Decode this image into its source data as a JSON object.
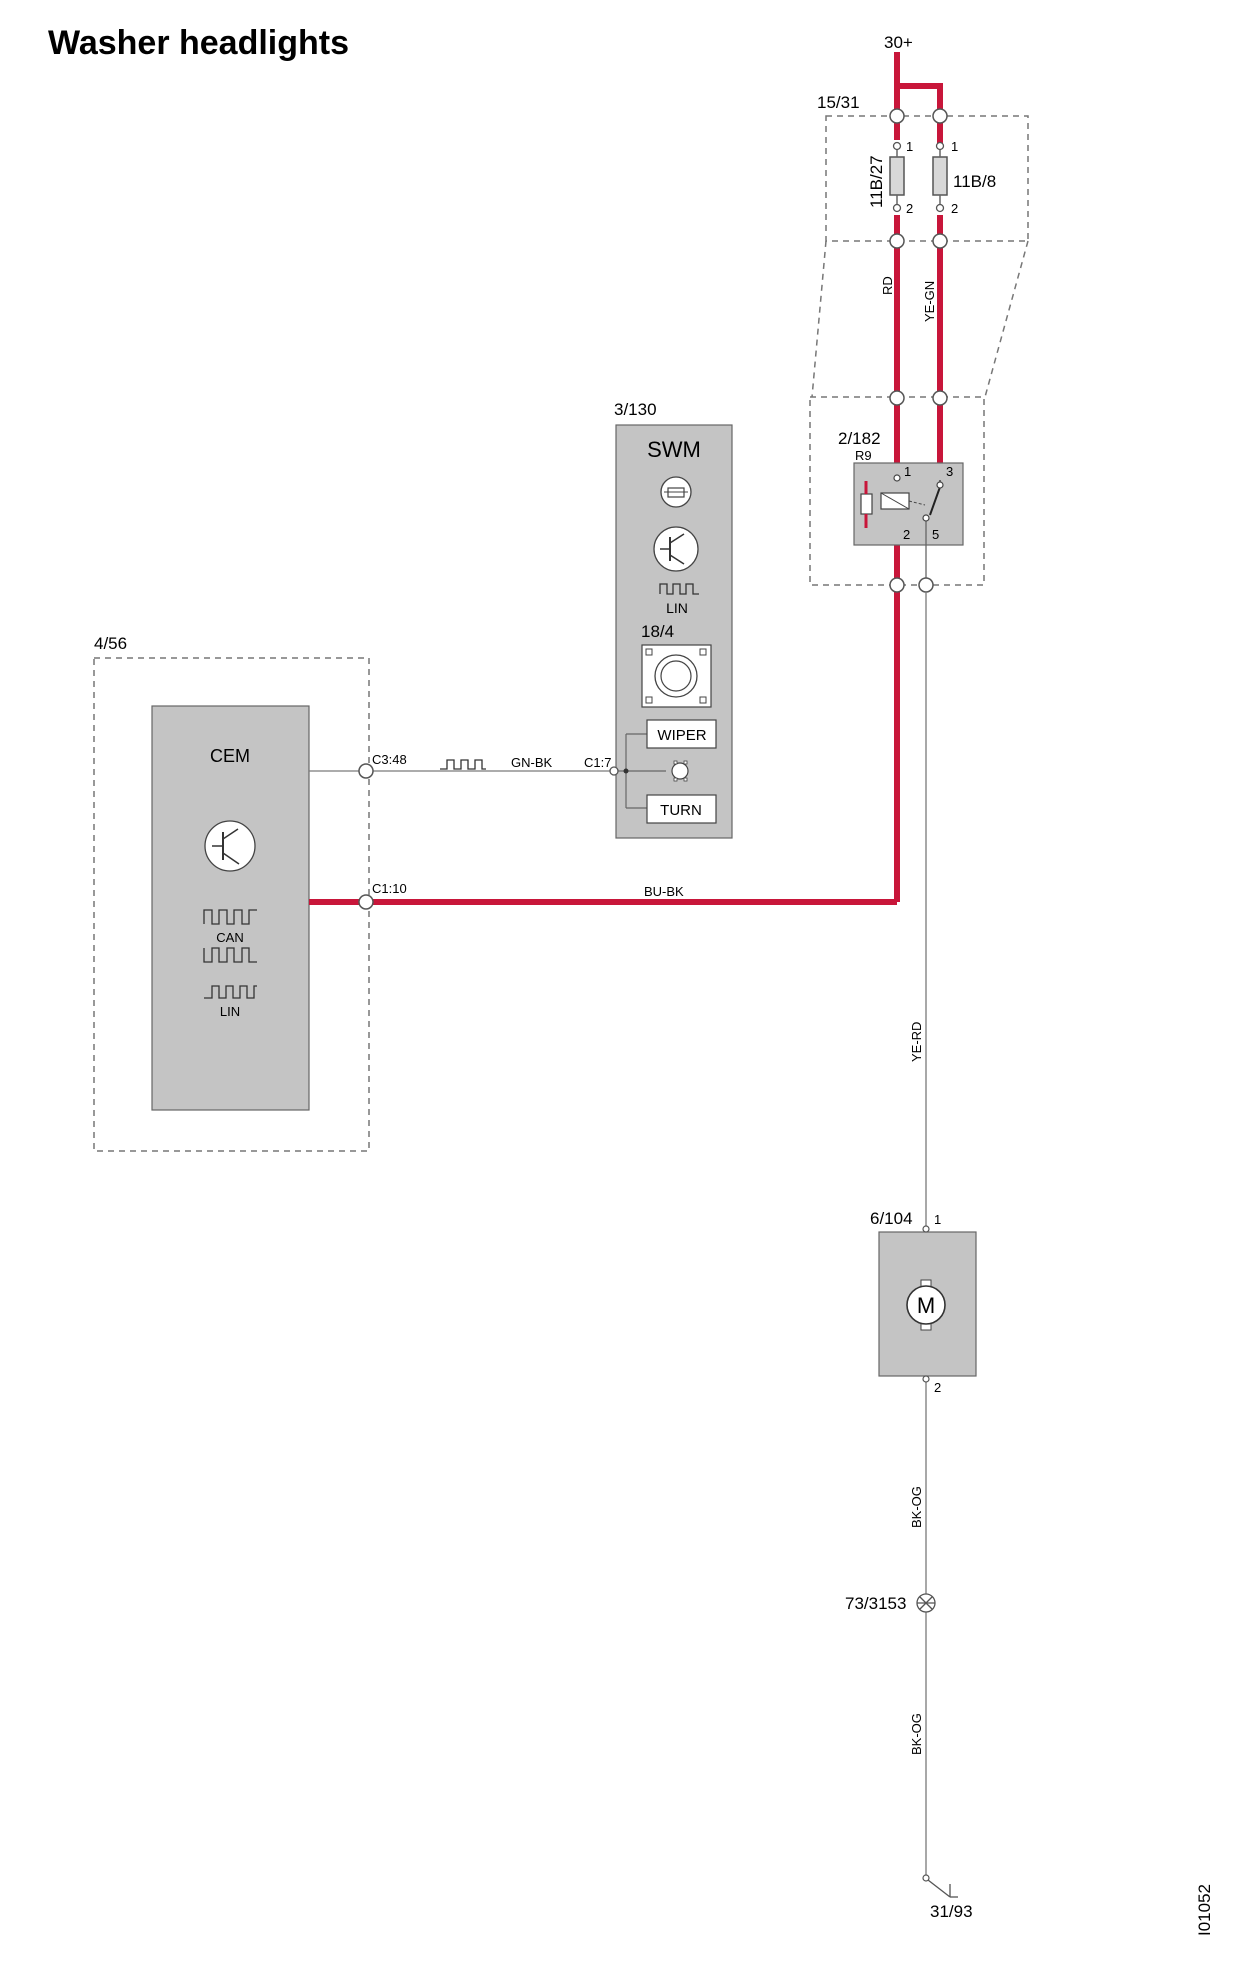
{
  "title": "Washer headlights",
  "colors": {
    "power_wire": "#c8163a",
    "thin_wire": "#7a7a7a",
    "module_fill": "#c4c4c4",
    "outline": "#555555"
  },
  "supply": {
    "label": "30+"
  },
  "fuse_box": {
    "id": "15/31",
    "fuse_a": {
      "label": "11B/27",
      "pin1": "1",
      "pin2": "2"
    },
    "fuse_b": {
      "label": "11B/8",
      "pin1": "1",
      "pin2": "2"
    }
  },
  "wire_colors": {
    "rd": "RD",
    "ye_gn": "YE-GN",
    "gn_bk": "GN-BK",
    "bu_bk": "BU-BK",
    "ye_rd": "YE-RD",
    "bk_og_1": "BK-OG",
    "bk_og_2": "BK-OG"
  },
  "relay": {
    "id": "2/182",
    "ref": "R9",
    "pin1": "1",
    "pin2": "2",
    "pin3": "3",
    "pin5": "5"
  },
  "swm": {
    "id": "3/130",
    "name": "SWM",
    "lin": "LIN",
    "switch_id": "18/4",
    "wiper": "WIPER",
    "turn": "TURN"
  },
  "cem": {
    "id": "4/56",
    "name": "CEM",
    "can": "CAN",
    "lin": "LIN"
  },
  "connectors": {
    "c3_48": "C3:48",
    "c1_7": "C1:7",
    "c1_10": "C1:10"
  },
  "motor": {
    "id": "6/104",
    "symbol": "M",
    "pin1": "1",
    "pin2": "2"
  },
  "splice": {
    "id": "73/3153"
  },
  "ground": {
    "id": "31/93"
  },
  "doc_ref": "I01052"
}
